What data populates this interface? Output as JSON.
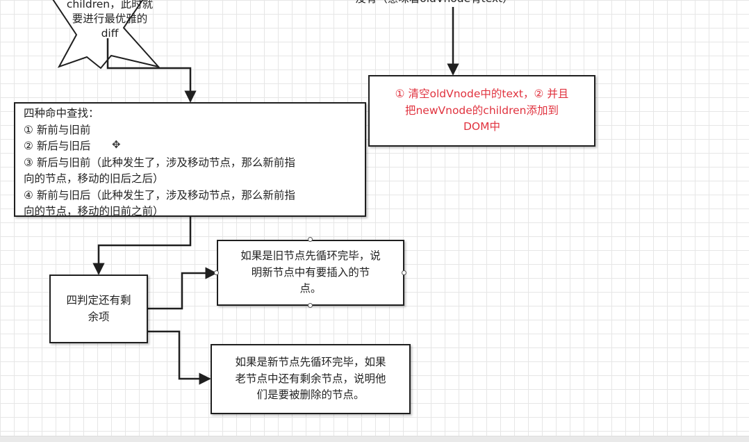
{
  "diagram": {
    "star_text": [
      "children，此时就",
      "要进行最优雅的",
      "diff"
    ],
    "top_partial_text": "没有（意味着oldVnode有text）",
    "right_box": [
      "① 清空oldVnode中的text，② 并且",
      "把newVnode的children添加到",
      "DOM中"
    ],
    "main_box": {
      "title": "四种命中查找：",
      "lines": [
        "① 新前与旧前",
        "② 新后与旧后",
        "③ 新后与旧前（此种发生了，涉及移动节点，那么新前指",
        "向的节点，移动的旧后之后）",
        "④ 新前与旧后（此种发生了，涉及移动节点，那么新前指",
        "向的节点，移动的旧前之前）"
      ]
    },
    "decision_box": [
      "四判定还有剩",
      "余项"
    ],
    "insert_box": [
      "如果是旧节点先循环完毕，说",
      "明新节点中有要插入的节",
      "点。"
    ],
    "delete_box": [
      "如果是新节点先循环完毕，如果",
      "老节点中还有剩余节点，说明他",
      "们是要被删除的节点。"
    ],
    "colors": {
      "stroke": "#1f1f1f",
      "highlight_text": "#e0323e",
      "grid": "#e6e6e6"
    }
  }
}
